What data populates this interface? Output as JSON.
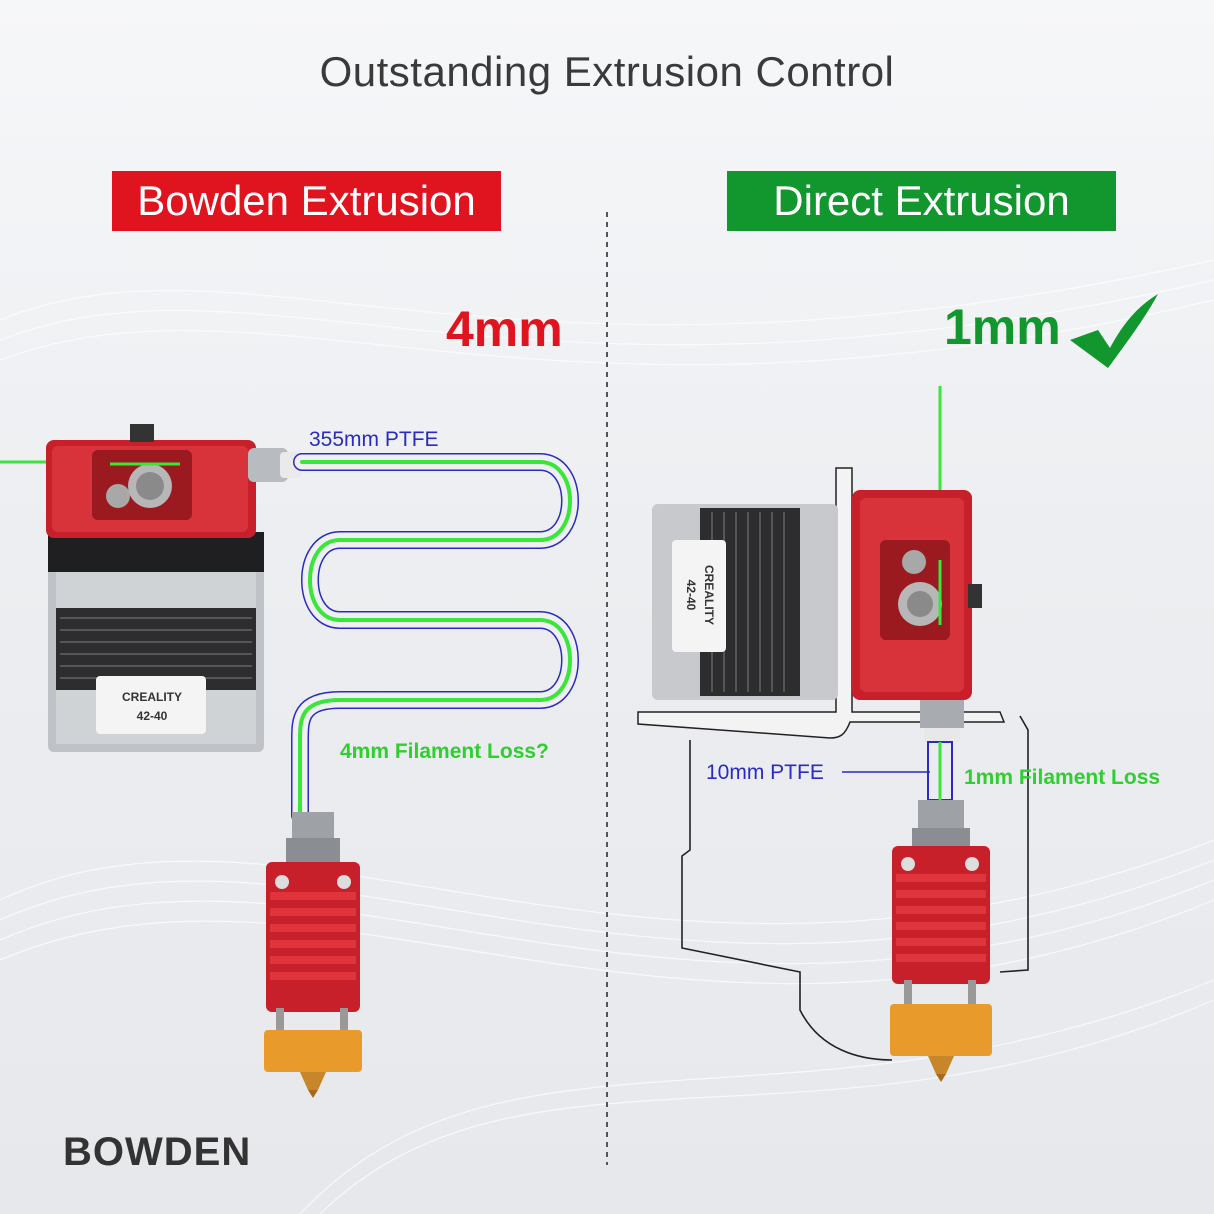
{
  "title": "Outstanding Extrusion Control",
  "left": {
    "banner": "Bowden Extrusion",
    "distance": "4mm",
    "tube_label": "355mm PTFE",
    "loss_label": "4mm Filament Loss?",
    "motor_brand": "CREALITY",
    "motor_model": "42-40",
    "footer": "BOWDEN"
  },
  "right": {
    "banner": "Direct Extrusion",
    "distance": "1mm",
    "tube_label": "10mm PTFE",
    "loss_label": "1mm Filament Loss",
    "motor_brand": "CREALITY",
    "motor_model": "42-40",
    "icon": "checkmark-icon"
  },
  "colors": {
    "bowden_red": "#e0141e",
    "direct_green": "#12962e",
    "filament_green": "#39e639",
    "ptfe_blue": "#2b2bbf",
    "extruder_red": "#c8202a",
    "heatblock_orange": "#e89a2a"
  }
}
